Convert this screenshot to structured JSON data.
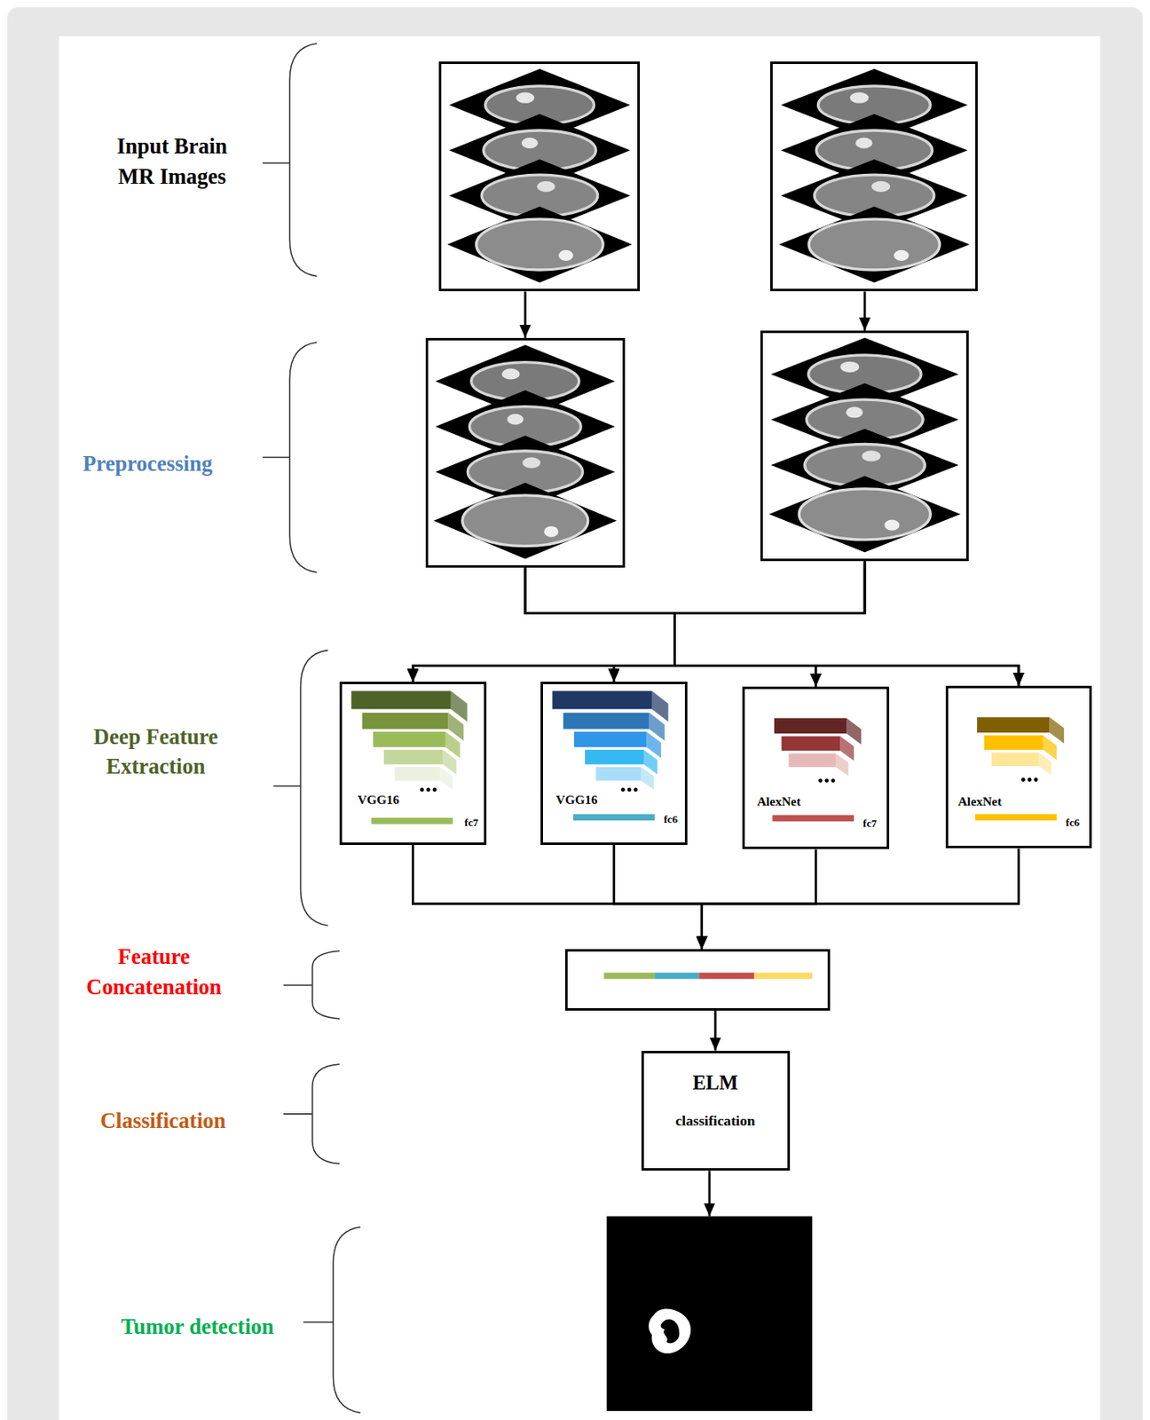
{
  "diagram": {
    "nodes": [
      {
        "text": []
      },
      {
        "text": []
      },
      {
        "text": []
      },
      {
        "text": []
      },
      {
        "text": [
          "VGG16",
          "fc7"
        ]
      },
      {
        "text": [
          "VGG16",
          "fc6"
        ]
      },
      {
        "text": [
          "AlexNet",
          "fc7"
        ]
      },
      {
        "text": [
          "AlexNet",
          "fc6"
        ]
      },
      {
        "text": []
      },
      {
        "text": [
          "ELM",
          "classification"
        ]
      },
      {
        "text": []
      }
    ],
    "edges": [
      {
        "from": 0,
        "to": 2,
        "arrow": "to"
      },
      {
        "from": 1,
        "to": 3,
        "arrow": "to"
      },
      {
        "from": 2,
        "to": 4,
        "arrow": "to"
      },
      {
        "from": 2,
        "to": 5,
        "arrow": "to"
      },
      {
        "from": 2,
        "to": 6,
        "arrow": "to"
      },
      {
        "from": 2,
        "to": 7,
        "arrow": "to"
      },
      {
        "from": 3,
        "to": 4,
        "arrow": "to"
      },
      {
        "from": 3,
        "to": 5,
        "arrow": "to"
      },
      {
        "from": 3,
        "to": 6,
        "arrow": "to"
      },
      {
        "from": 3,
        "to": 7,
        "arrow": "to"
      },
      {
        "from": 4,
        "to": 8,
        "arrow": "to"
      },
      {
        "from": 5,
        "to": 8,
        "arrow": "to"
      },
      {
        "from": 6,
        "to": 8,
        "arrow": "to"
      },
      {
        "from": 7,
        "to": 8,
        "arrow": "to"
      },
      {
        "from": 8,
        "to": 9,
        "arrow": "to"
      },
      {
        "from": 9,
        "to": 10,
        "arrow": "to"
      }
    ],
    "labels": [
      "Input Brain MR Images",
      "Preprocessing",
      "Deep Feature Extraction",
      "Feature Concatenation",
      "Classification",
      "Tumor detection"
    ]
  }
}
